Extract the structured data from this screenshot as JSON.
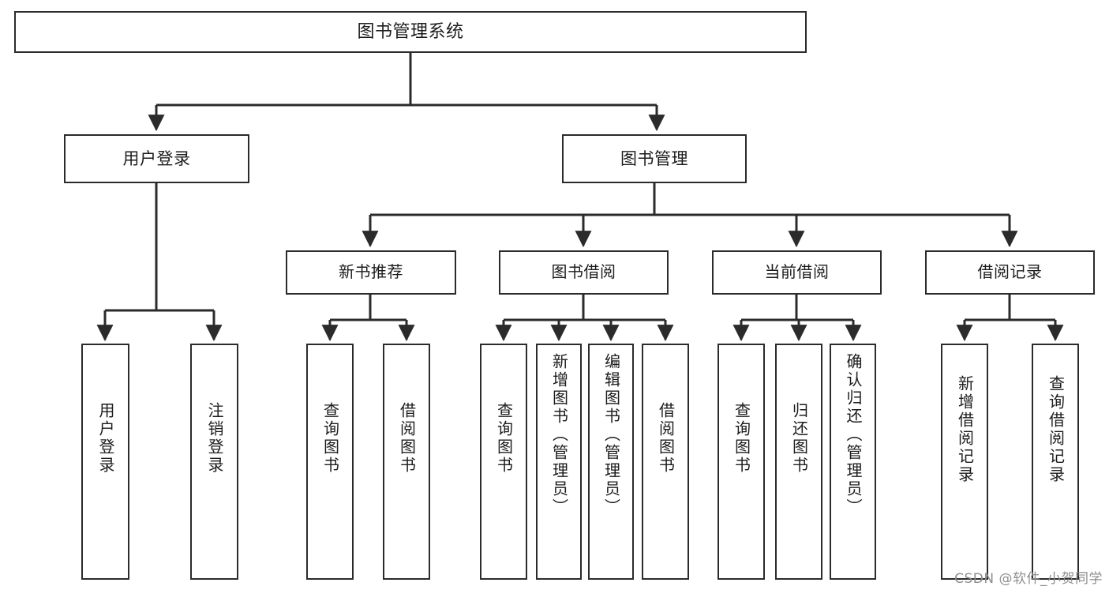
{
  "diagram": {
    "title": "图书管理系统",
    "type": "tree",
    "watermark": "CSDN @软件_小贺同学",
    "style": {
      "box_fill": "#ffffff",
      "box_stroke": "#2b2b2b",
      "line_color": "#2b2b2b",
      "text_color": "#1c1c1c",
      "background": "#ffffff"
    },
    "nodes": {
      "root": {
        "label": "图书管理系统",
        "level": 1
      },
      "user_login": {
        "label": "用户登录",
        "level": 2
      },
      "book_manage": {
        "label": "图书管理",
        "level": 2
      },
      "new_book_rec": {
        "label": "新书推荐",
        "level": 3
      },
      "book_borrow": {
        "label": "图书借阅",
        "level": 3
      },
      "current_borrow": {
        "label": "当前借阅",
        "level": 3
      },
      "borrow_record": {
        "label": "借阅记录",
        "level": 3
      },
      "leaf_user_login": {
        "label": "用户登录",
        "level": 4
      },
      "leaf_logout": {
        "label": "注销登录",
        "level": 4
      },
      "leaf_query_book_1": {
        "label": "查询图书",
        "level": 4
      },
      "leaf_borrow_book_1": {
        "label": "借阅图书",
        "level": 4
      },
      "leaf_query_book_2": {
        "label": "查询图书",
        "level": 4
      },
      "leaf_add_book": {
        "label": "新增图书（管理员）",
        "level": 4
      },
      "leaf_edit_book": {
        "label": "编辑图书（管理员）",
        "level": 4
      },
      "leaf_borrow_book_2": {
        "label": "借阅图书",
        "level": 4
      },
      "leaf_query_book_3": {
        "label": "查询图书",
        "level": 4
      },
      "leaf_return_book": {
        "label": "归还图书",
        "level": 4
      },
      "leaf_confirm_return": {
        "label": "确认归还（管理员）",
        "level": 4
      },
      "leaf_add_record": {
        "label": "新增借阅记录",
        "level": 4
      },
      "leaf_query_record": {
        "label": "查询借阅记录",
        "level": 4
      }
    },
    "edges": [
      {
        "from": "root",
        "to": "user_login"
      },
      {
        "from": "root",
        "to": "book_manage"
      },
      {
        "from": "book_manage",
        "to": "new_book_rec"
      },
      {
        "from": "book_manage",
        "to": "book_borrow"
      },
      {
        "from": "book_manage",
        "to": "current_borrow"
      },
      {
        "from": "book_manage",
        "to": "borrow_record"
      },
      {
        "from": "user_login",
        "to": "leaf_user_login"
      },
      {
        "from": "user_login",
        "to": "leaf_logout"
      },
      {
        "from": "new_book_rec",
        "to": "leaf_query_book_1"
      },
      {
        "from": "new_book_rec",
        "to": "leaf_borrow_book_1"
      },
      {
        "from": "book_borrow",
        "to": "leaf_query_book_2"
      },
      {
        "from": "book_borrow",
        "to": "leaf_add_book"
      },
      {
        "from": "book_borrow",
        "to": "leaf_edit_book"
      },
      {
        "from": "book_borrow",
        "to": "leaf_borrow_book_2"
      },
      {
        "from": "current_borrow",
        "to": "leaf_query_book_3"
      },
      {
        "from": "current_borrow",
        "to": "leaf_return_book"
      },
      {
        "from": "current_borrow",
        "to": "leaf_confirm_return"
      },
      {
        "from": "borrow_record",
        "to": "leaf_add_record"
      },
      {
        "from": "borrow_record",
        "to": "leaf_query_record"
      }
    ]
  }
}
